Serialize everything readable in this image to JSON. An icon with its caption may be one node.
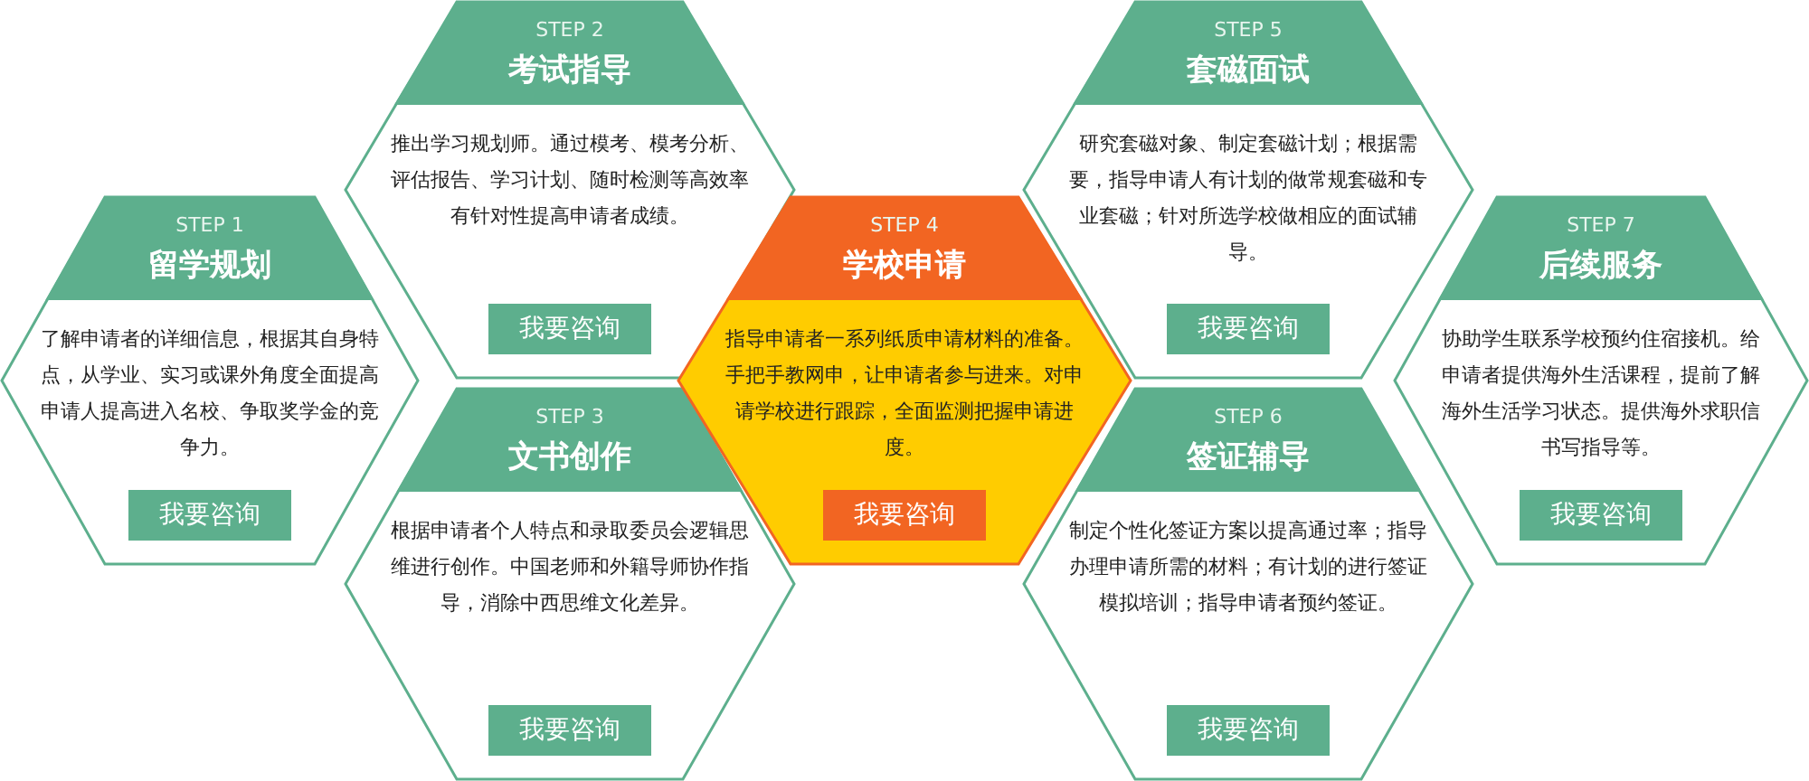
{
  "diagram": {
    "nodes": [
      {
        "text": [
          "STEP 1",
          "留学规划",
          "了解申请者的详细信息，根据其自身特点，从学业、实习或课外角度全面提高申请人提高进入名校、争取奖学金的竞争力。"
        ]
      },
      {
        "text": [
          "我要咨询"
        ],
        "in": 0
      },
      {
        "text": [
          "STEP 2",
          "考试指导",
          "推出学习规划师。通过模考、模考分析、评估报告、学习计划、随时检测等高效率有针对性提高申请者成绩。"
        ]
      },
      {
        "text": [
          "我要咨询"
        ],
        "in": 2
      },
      {
        "text": [
          "STEP 3",
          "文书创作",
          "根据申请者个人特点和录取委员会逻辑思维进行创作。中国老师和外籍导师协作指导，消除中西思维文化差异。"
        ]
      },
      {
        "text": [
          "我要咨询"
        ],
        "in": 4
      },
      {
        "text": [
          "STEP 4",
          "学校申请",
          "指导申请者一系列纸质申请材料的准备。手把手教网申，让申请者参与进来。对申请学校进行跟踪，全面监测把握申请进度。"
        ]
      },
      {
        "text": [
          "我要咨询"
        ],
        "in": 6
      },
      {
        "text": [
          "STEP 5",
          "套磁面试",
          "研究套磁对象、制定套磁计划；根据需要，指导申请人有计划的做常规套磁和专业套磁；针对所选学校做相应的面试辅导。"
        ]
      },
      {
        "text": [
          "我要咨询"
        ],
        "in": 8
      },
      {
        "text": [
          "STEP 6",
          "签证辅导",
          "制定个性化签证方案以提高通过率；指导办理申请所需的材料；有计划的进行签证模拟培训；指导申请者预约签证。"
        ]
      },
      {
        "text": [
          "我要咨询"
        ],
        "in": 10
      },
      {
        "text": [
          "STEP 7",
          "后续服务",
          "协助学生联系学校预约住宿接机。给申请者提供海外生活课程，提前了解海外生活学习状态。提供海外求职信书写指导等。"
        ]
      },
      {
        "text": [
          "我要咨询"
        ],
        "in": 12
      }
    ]
  }
}
